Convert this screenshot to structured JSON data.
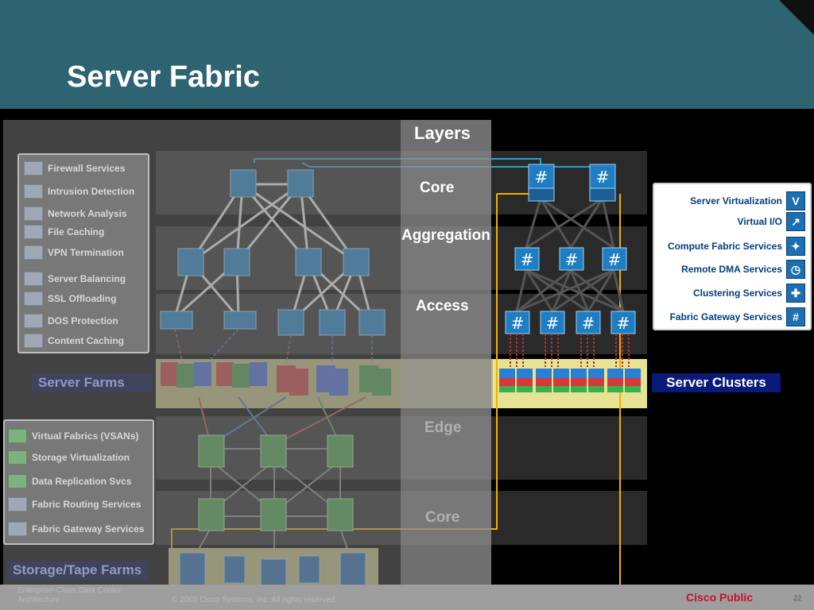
{
  "slide": {
    "title": "Server Fabric"
  },
  "layers": {
    "heading": "Layers",
    "core": "Core",
    "aggregation": "Aggregation",
    "access": "Access",
    "edge": "Edge",
    "storage_core": "Core"
  },
  "front_end_services": [
    "Firewall Services",
    "Intrusion Detection",
    "Network Analysis",
    "File Caching",
    "VPN Termination",
    "Server Balancing",
    "SSL Offloading",
    "DOS Protection",
    "Content Caching"
  ],
  "storage_services": [
    "Virtual Fabrics (VSANs)",
    "Storage Virtualization",
    "Data Replication Svcs",
    "Fabric Routing Services",
    "Fabric Gateway Services"
  ],
  "server_fabric_services": [
    {
      "label": "Server Virtualization",
      "icon": "V"
    },
    {
      "label": "Virtual I/O",
      "icon": "↗"
    },
    {
      "label": "Compute Fabric Services",
      "icon": "✦"
    },
    {
      "label": "Remote DMA Services",
      "icon": "◷"
    },
    {
      "label": "Clustering Services",
      "icon": "✚"
    },
    {
      "label": "Fabric Gateway Services",
      "icon": "#"
    }
  ],
  "labels": {
    "server_farms": "Server Farms",
    "server_clusters": "Server Clusters",
    "storage_farms": "Storage/Tape Farms"
  },
  "footer": {
    "left": "Enterprise-Class Data Center Architecture",
    "middle": "© 2005 Cisco Systems, Inc. All rights reserved.",
    "brand": "Cisco Public",
    "page": "22"
  },
  "colors": {
    "header": "#2e6472",
    "cluster_tag": "#0a1a78",
    "fabric_link": "#f0b000",
    "switch_blue": "#1f7ec2"
  }
}
